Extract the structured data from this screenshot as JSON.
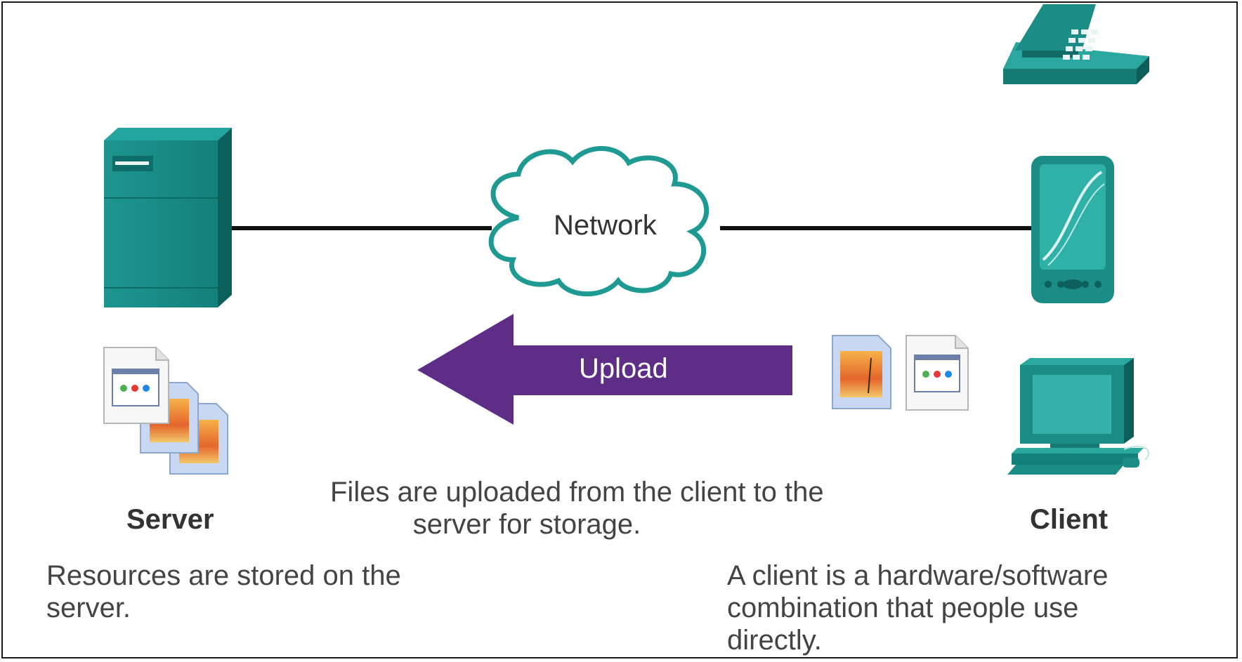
{
  "network": {
    "label": "Network"
  },
  "upload": {
    "label": "Upload"
  },
  "server": {
    "label": "Server",
    "description_line1": "Resources are stored on the",
    "description_line2": "server."
  },
  "client": {
    "label": "Client",
    "description_line1": "A client is a hardware/software",
    "description_line2": "combination that people use",
    "description_line3": "directly."
  },
  "caption": {
    "line1": "Files are uploaded from the client to the",
    "line2": "server for storage."
  },
  "colors": {
    "device_teal": "#1b8c86",
    "device_teal_dark": "#0f6c67",
    "upload_purple": "#5e2d86",
    "cloud_outline": "#1e9a92"
  },
  "icons": {
    "server": "server-tower-icon",
    "phone": "desk-phone-icon",
    "pda": "pda-icon",
    "computer": "desktop-computer-icon",
    "server_files": "document-stack-icon",
    "client_image_file": "image-file-icon",
    "client_doc_file": "document-file-icon"
  }
}
